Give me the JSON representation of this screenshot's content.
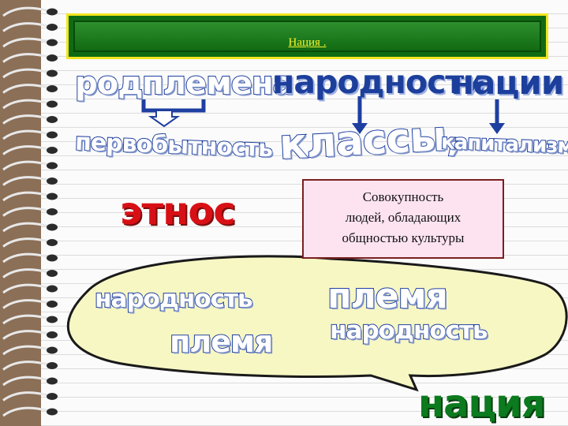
{
  "title": "Нация .",
  "top_row": {
    "rod": "род",
    "plemena": "племена",
    "narodnosti": "народности",
    "natsii": "нации"
  },
  "second_row": {
    "pervobytnost": "первобытность",
    "klassy": "классы,",
    "kapitalizm": "капитализм"
  },
  "etnos": "этнос",
  "definition": {
    "line1": "Совокупность",
    "line2": "людей, обладающих",
    "line3": "общностью культуры"
  },
  "bubble": {
    "narodnost_left": "народность",
    "plemya_bottom": "племя",
    "plemya_right": "племя",
    "narodnost_right": "народность"
  },
  "natsiya": "нация",
  "colors": {
    "frame_green": "#0f6b13",
    "frame_yellow": "#f2e51e",
    "title_text": "#f7f22a",
    "word_blue": "#1c3f9c",
    "word_red": "#d81016",
    "word_green": "#0c7a1e",
    "bubble_fill": "#f7f7c4",
    "definition_fill": "#fde3f0"
  },
  "icons": {
    "binder_rings": "spiral-rings",
    "arrows": "down-arrows"
  }
}
